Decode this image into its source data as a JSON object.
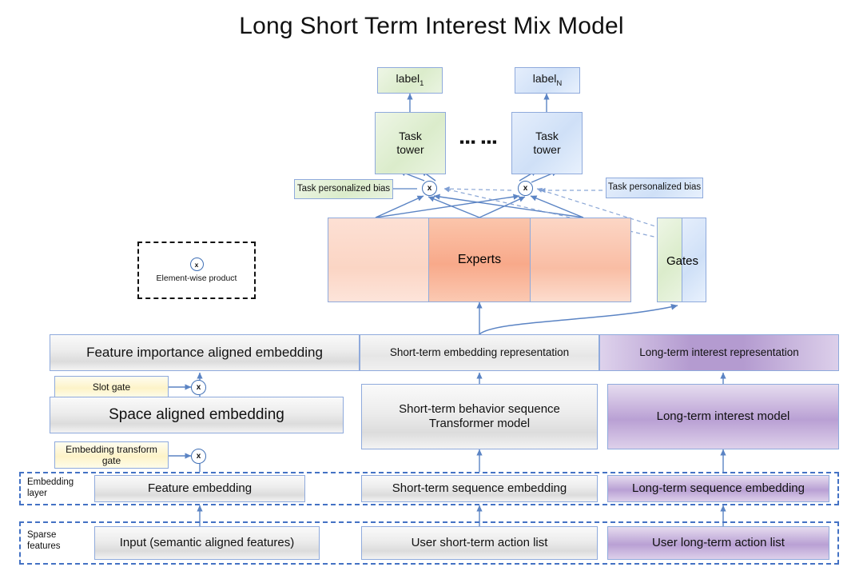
{
  "title": "Long Short Term Interest Mix Model",
  "output": {
    "labels": [
      {
        "name": "label-1",
        "text": "label",
        "sub": "1",
        "color": "green"
      },
      {
        "name": "label-n",
        "text": "label",
        "sub": "N",
        "color": "blue"
      }
    ],
    "towers": [
      {
        "name": "task-tower-1",
        "line1": "Task",
        "line2": "tower",
        "color": "green"
      },
      {
        "name": "task-tower-n",
        "line1": "Task",
        "line2": "tower",
        "color": "blue"
      }
    ],
    "ellipsis": "▪▪▪ ▪▪▪"
  },
  "bias": {
    "left_label": "Task personalized bias",
    "right_label": "Task personalized bias"
  },
  "mixture": {
    "experts_label": "Experts",
    "gates_label": "Gates",
    "expert_panels": 3
  },
  "legend": {
    "symbol": "x",
    "caption": "Element-wise product"
  },
  "representation_row": [
    {
      "name": "feature-importance-aligned-embedding",
      "label": "Feature importance aligned embedding",
      "style": "grey"
    },
    {
      "name": "short-term-embedding-representation",
      "label": "Short-term embedding representation",
      "style": "grey"
    },
    {
      "name": "long-term-interest-representation",
      "label": "Long-term interest representation",
      "style": "purple"
    }
  ],
  "gates_left": [
    {
      "name": "slot-gate",
      "label": "Slot gate"
    },
    {
      "name": "embedding-transform-gate",
      "label": "Embedding transform gate"
    }
  ],
  "model_row": {
    "space_aligned_embedding": "Space aligned embedding",
    "short_term_model_line1": "Short-term behavior sequence",
    "short_term_model_line2": "Transformer model",
    "long_term_model": "Long-term interest model"
  },
  "embedding_layer": {
    "group_label_line1": "Embedding",
    "group_label_line2": "layer",
    "items": [
      {
        "name": "feature-embedding",
        "label": "Feature embedding",
        "style": "grey"
      },
      {
        "name": "short-term-sequence-embedding",
        "label": "Short-term sequence embedding",
        "style": "grey"
      },
      {
        "name": "long-term-sequence-embedding",
        "label": "Long-term sequence embedding",
        "style": "purple"
      }
    ]
  },
  "sparse_features": {
    "group_label_line1": "Sparse",
    "group_label_line2": "features",
    "items": [
      {
        "name": "input-semantic-aligned-features",
        "label": "Input (semantic aligned features)",
        "style": "grey"
      },
      {
        "name": "user-short-term-action-list",
        "label": "User short-term action list",
        "style": "grey"
      },
      {
        "name": "user-long-term-action-list",
        "label": "User long-term action list",
        "style": "purple"
      }
    ]
  },
  "colors": {
    "edge": "#4472C4",
    "border": "#8FAADC",
    "dashed_group": "#4472C4",
    "green": "#DBECCB",
    "blue": "#CFE0F7",
    "yellow": "#FDF3C8",
    "purple": "#B49BD0",
    "orange": "#F8A98A"
  }
}
